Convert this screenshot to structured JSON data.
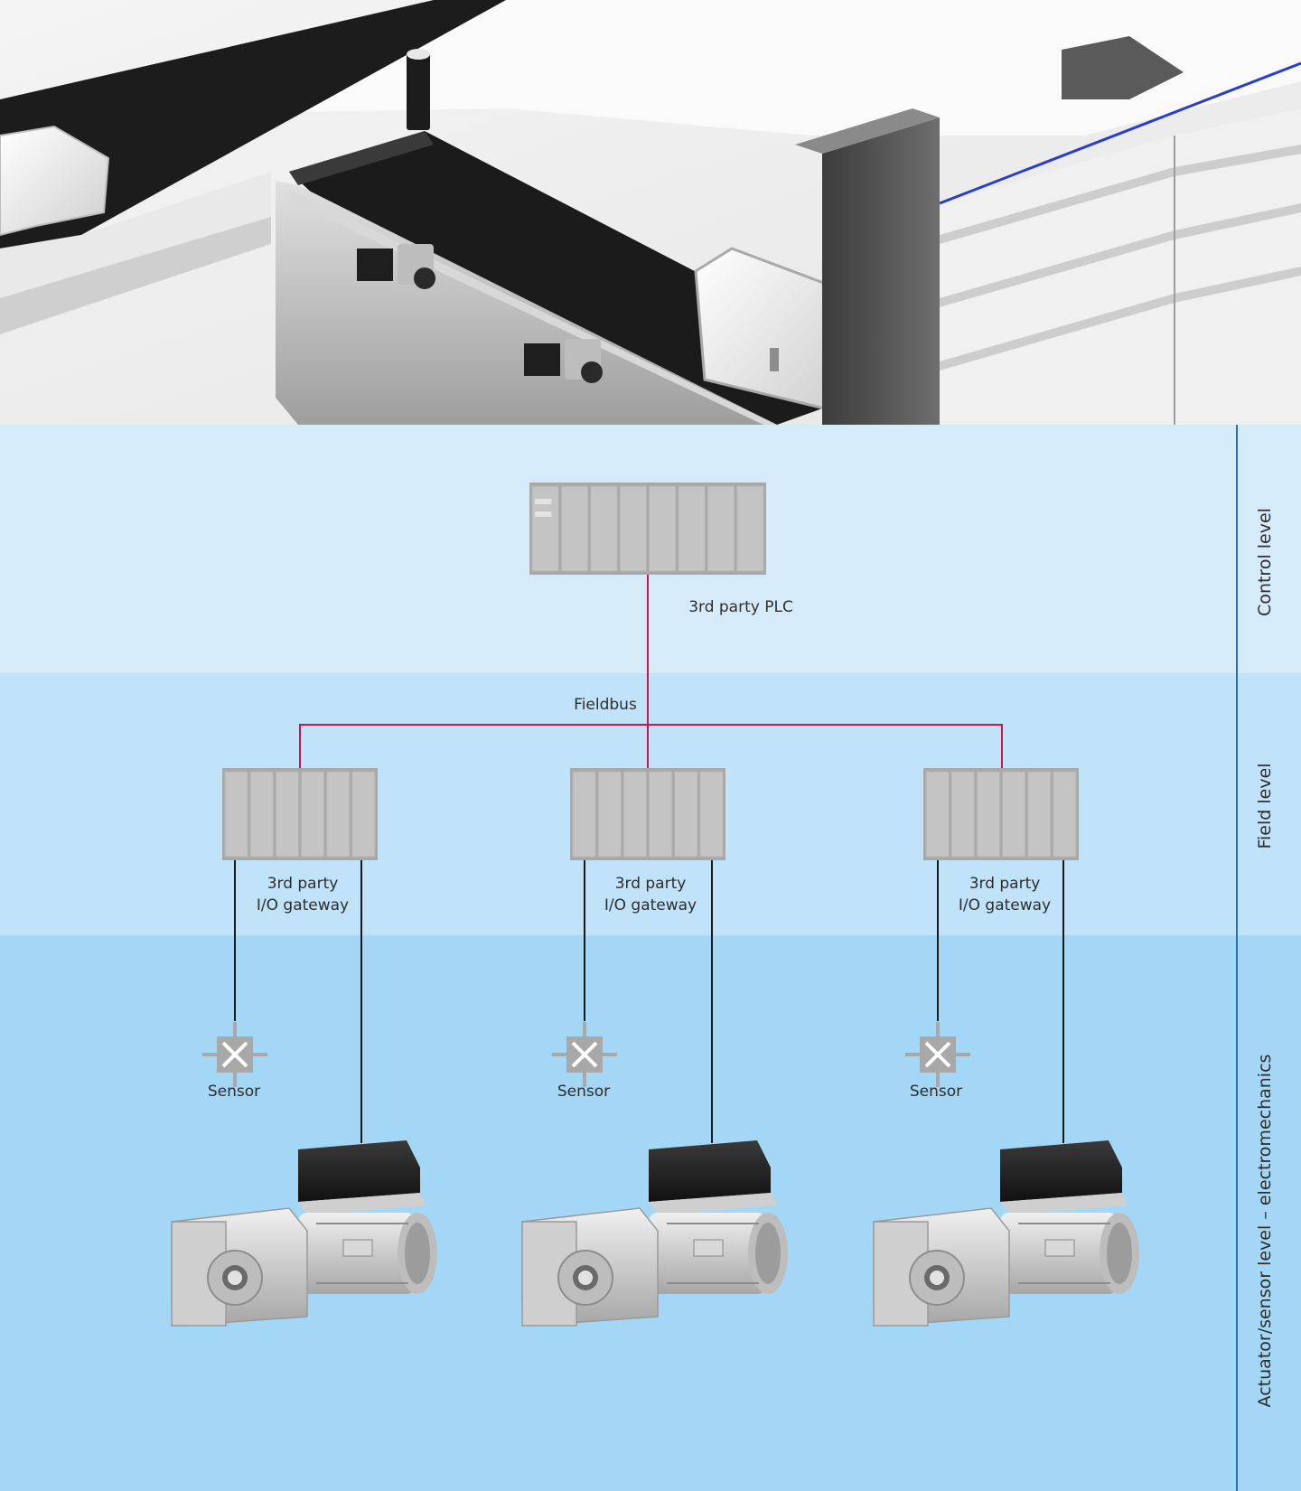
{
  "bands": [
    {
      "label": "Control level",
      "color": "#d6ebfa"
    },
    {
      "label": "Field level",
      "color": "#c0e3f9"
    },
    {
      "label": "Actuator/sensor level – electromechanics",
      "color": "#a3d7f5"
    }
  ],
  "plc": {
    "label": "3rd party PLC"
  },
  "fieldbus": {
    "label": "Fieldbus"
  },
  "gateways": [
    {
      "label": "3rd party\nI/O gateway"
    },
    {
      "label": "3rd party\nI/O gateway"
    },
    {
      "label": "3rd party\nI/O gateway"
    }
  ],
  "sensors": [
    {
      "label": "Sensor"
    },
    {
      "label": "Sensor"
    },
    {
      "label": "Sensor"
    }
  ],
  "colors": {
    "fieldbus_line": "#c8174b",
    "wire": "#1a1a1a",
    "level_divider": "#2a6fa8",
    "module_fill": "#c4c4c4",
    "module_frame": "#a8a8a8",
    "accent_blue_strip": "#2a3fc8"
  },
  "icons": [
    "plc-icon",
    "io-gateway-icon",
    "sensor-icon",
    "geared-motor-icon",
    "conveyor-scene-image"
  ]
}
